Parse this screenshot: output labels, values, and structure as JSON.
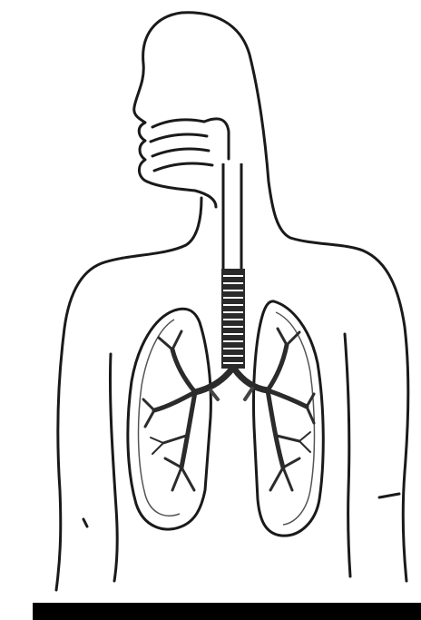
{
  "colors": {
    "outline": "#1a1a1a",
    "lung_fill": "#ffffff",
    "bronchi": "#2b2b2b",
    "background": "#ffffff",
    "caption_bar": "#000000"
  },
  "parts": {
    "body": "body-outline",
    "head": "head-outline",
    "nasal_cavity": "nasal-cavity",
    "trachea": "trachea",
    "left_lung": "left-lung",
    "right_lung": "right-lung",
    "bronchial_tree": "bronchial-tree"
  }
}
